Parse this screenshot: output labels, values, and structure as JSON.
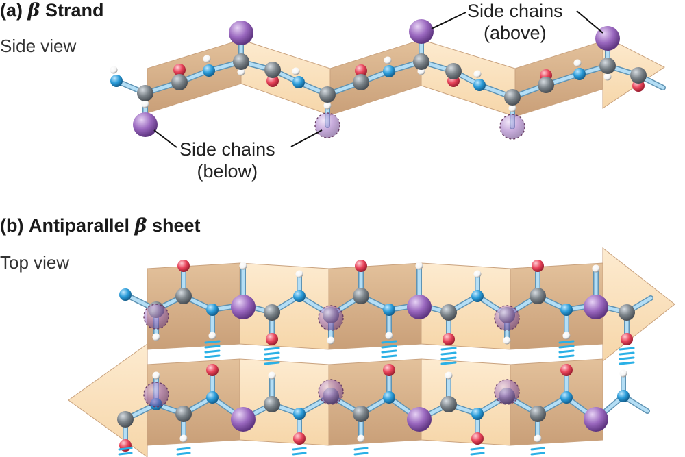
{
  "panel_a": {
    "letter": "(a)",
    "greek": "β",
    "title": "Strand",
    "view": "Side view",
    "above_label_1": "Side chains",
    "above_label_2": "(above)",
    "below_label_1": "Side chains",
    "below_label_2": "(below)"
  },
  "panel_b": {
    "letter": "(b)",
    "title_pre": "Antiparallel",
    "greek": "β",
    "title_post": "sheet",
    "view": "Top view"
  },
  "colors": {
    "sheet_light": "#fbe3c0",
    "sheet_dark": "#d6b08a",
    "carbon": "#7a8288",
    "nitrogen": "#2a9bd8",
    "oxygen": "#e8435a",
    "hydrogen": "#ffffff",
    "side_chain": "#8e5cb0",
    "bond": "#a9d8f2",
    "hbond": "#2ab0e6"
  }
}
